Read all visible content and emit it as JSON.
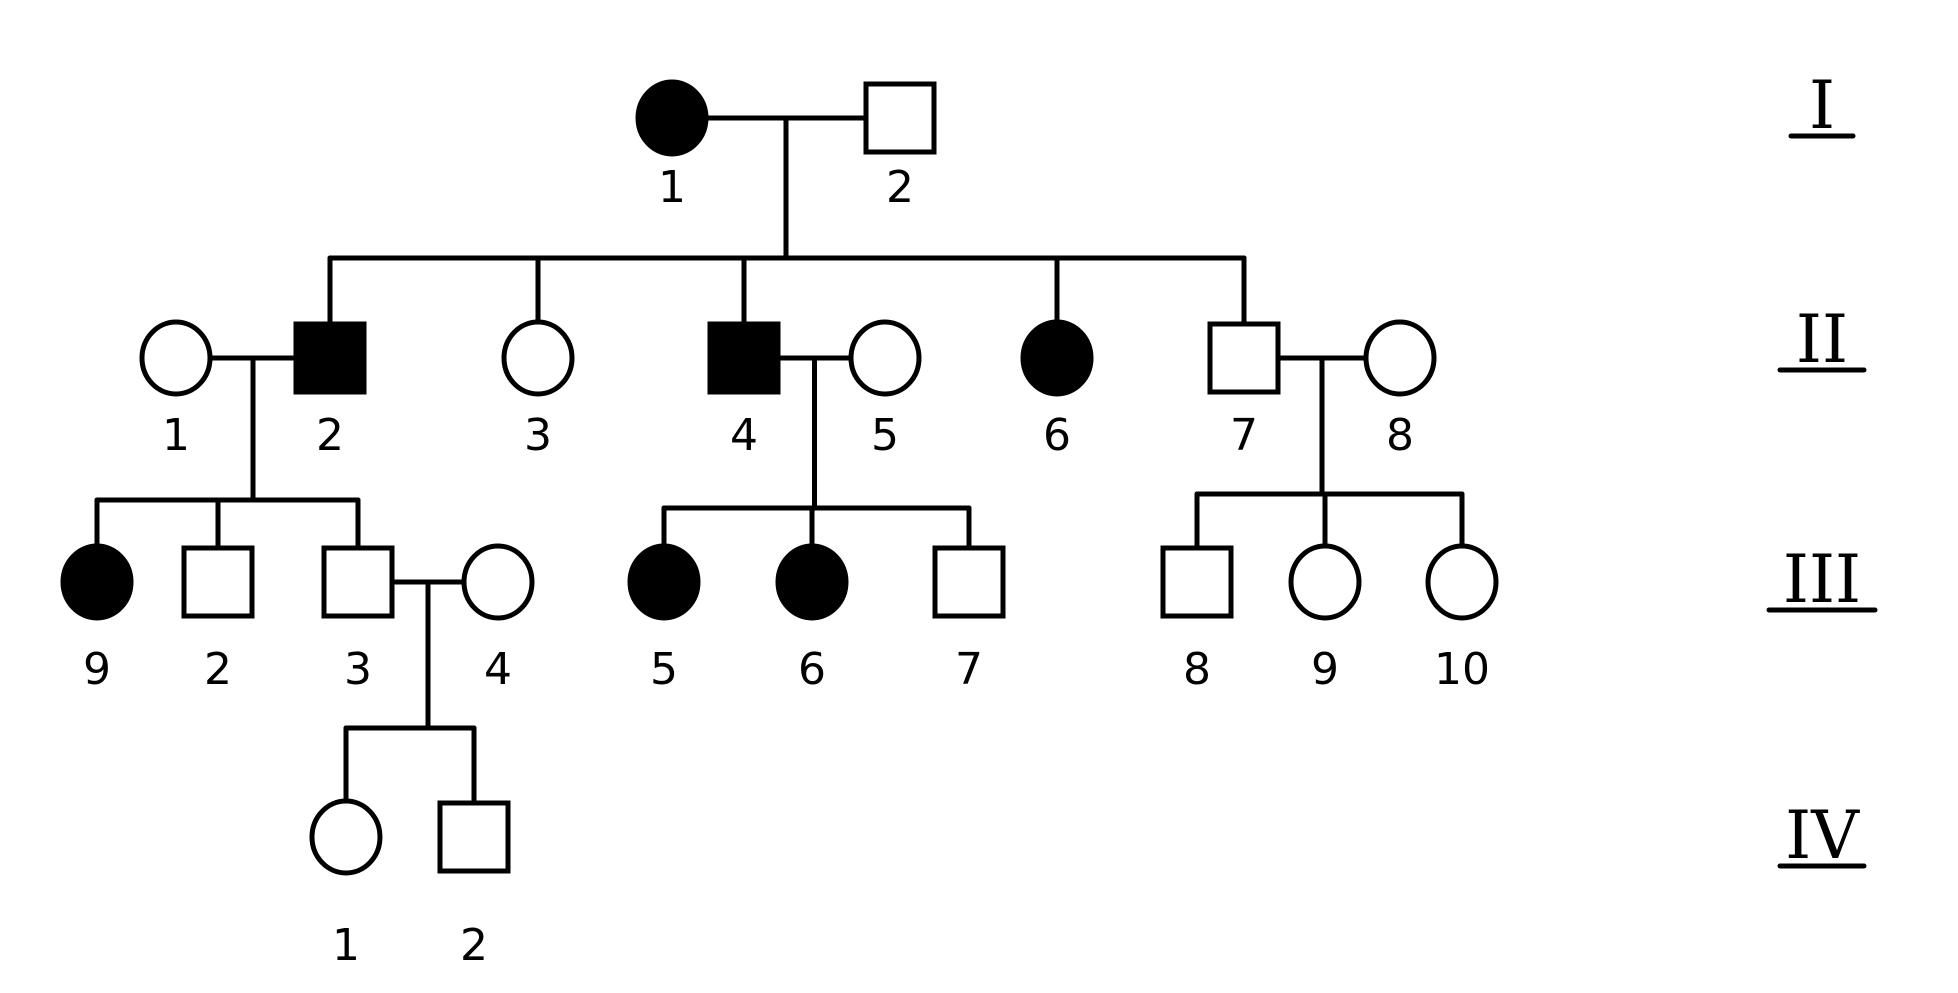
{
  "generations": [
    {
      "id": "I",
      "label": "I"
    },
    {
      "id": "II",
      "label": "II"
    },
    {
      "id": "III",
      "label": "III"
    },
    {
      "id": "IV",
      "label": "IV"
    }
  ],
  "individuals": [
    {
      "id": "I-1",
      "label": "1",
      "sex": "female",
      "affected": true
    },
    {
      "id": "I-2",
      "label": "2",
      "sex": "male",
      "affected": false
    },
    {
      "id": "II-1",
      "label": "1",
      "sex": "female",
      "affected": false
    },
    {
      "id": "II-2",
      "label": "2",
      "sex": "male",
      "affected": true
    },
    {
      "id": "II-3",
      "label": "3",
      "sex": "female",
      "affected": false
    },
    {
      "id": "II-4",
      "label": "4",
      "sex": "male",
      "affected": true
    },
    {
      "id": "II-5",
      "label": "5",
      "sex": "female",
      "affected": false
    },
    {
      "id": "II-6",
      "label": "6",
      "sex": "female",
      "affected": true
    },
    {
      "id": "II-7",
      "label": "7",
      "sex": "male",
      "affected": false
    },
    {
      "id": "II-8",
      "label": "8",
      "sex": "female",
      "affected": false
    },
    {
      "id": "III-1",
      "label": "9",
      "sex": "female",
      "affected": true
    },
    {
      "id": "III-2",
      "label": "2",
      "sex": "male",
      "affected": false
    },
    {
      "id": "III-3",
      "label": "3",
      "sex": "male",
      "affected": false
    },
    {
      "id": "III-4",
      "label": "4",
      "sex": "female",
      "affected": false
    },
    {
      "id": "III-5",
      "label": "5",
      "sex": "female",
      "affected": true
    },
    {
      "id": "III-6",
      "label": "6",
      "sex": "female",
      "affected": true
    },
    {
      "id": "III-7",
      "label": "7",
      "sex": "male",
      "affected": false
    },
    {
      "id": "III-8",
      "label": "8",
      "sex": "male",
      "affected": false
    },
    {
      "id": "III-9",
      "label": "9",
      "sex": "female",
      "affected": false
    },
    {
      "id": "III-10",
      "label": "10",
      "sex": "female",
      "affected": false
    },
    {
      "id": "IV-1",
      "label": "1",
      "sex": "female",
      "affected": false
    },
    {
      "id": "IV-2",
      "label": "2",
      "sex": "male",
      "affected": false
    }
  ],
  "matings": [
    {
      "partners": [
        "I-1",
        "I-2"
      ],
      "children": [
        "II-2",
        "II-3",
        "II-4",
        "II-6",
        "II-7"
      ]
    },
    {
      "partners": [
        "II-1",
        "II-2"
      ],
      "children": [
        "III-1",
        "III-2",
        "III-3"
      ]
    },
    {
      "partners": [
        "II-4",
        "II-5"
      ],
      "children": [
        "III-5",
        "III-6",
        "III-7"
      ]
    },
    {
      "partners": [
        "II-7",
        "II-8"
      ],
      "children": [
        "III-8",
        "III-9",
        "III-10"
      ]
    },
    {
      "partners": [
        "III-3",
        "III-4"
      ],
      "children": [
        "IV-1",
        "IV-2"
      ]
    }
  ],
  "colors": {
    "ink": "#000000",
    "paper": "#ffffff"
  }
}
